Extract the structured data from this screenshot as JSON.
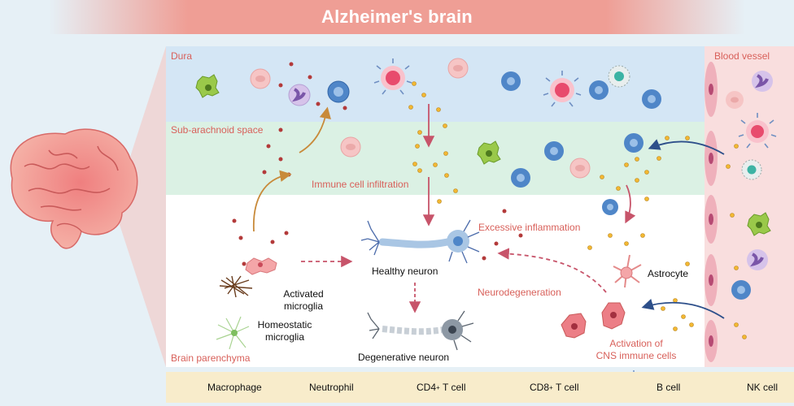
{
  "title": "Alzheimer's brain",
  "layers": {
    "dura": "Dura",
    "subarachnoid": "Sub-arachnoid space",
    "parenchyma": "Brain parenchyma",
    "blood_vessel": "Blood vessel"
  },
  "labels": {
    "immune_infiltration": "Immune cell infiltration",
    "excessive_inflammation": "Excessive inflammation",
    "neurodegeneration": "Neurodegeneration",
    "healthy_neuron": "Healthy neuron",
    "degenerative_neuron": "Degenerative  neuron",
    "activated_microglia_1": "Activated",
    "activated_microglia_2": "microglia",
    "homeostatic_microglia_1": "Homeostatic",
    "homeostatic_microglia_2": "microglia",
    "astrocyte": "Astrocyte",
    "activation_cns_1": "Activation of",
    "activation_cns_2": "CNS immune cells"
  },
  "legend": {
    "macrophage": "Macrophage",
    "neutrophil": "Neutrophil",
    "cd4": "CD4",
    "cd8": "CD8",
    "t_cell": "T cell",
    "superscript": "+",
    "b_cell": "B cell",
    "nk_cell": "NK cell"
  },
  "colors": {
    "title_banner": "#ef9e95",
    "dura": "#d4e6f5",
    "subarachnoid": "#dbf1e4",
    "blood_vessel": "#f9dede",
    "legend_bg": "#f8eccb",
    "layer_label": "#d8605a",
    "cytokine_red": "#b33a3a",
    "cytokine_yellow": "#f3b832",
    "arrow_pink": "#c7546a",
    "arrow_blue": "#2d4f8a",
    "arrow_orange": "#c88a3a"
  }
}
